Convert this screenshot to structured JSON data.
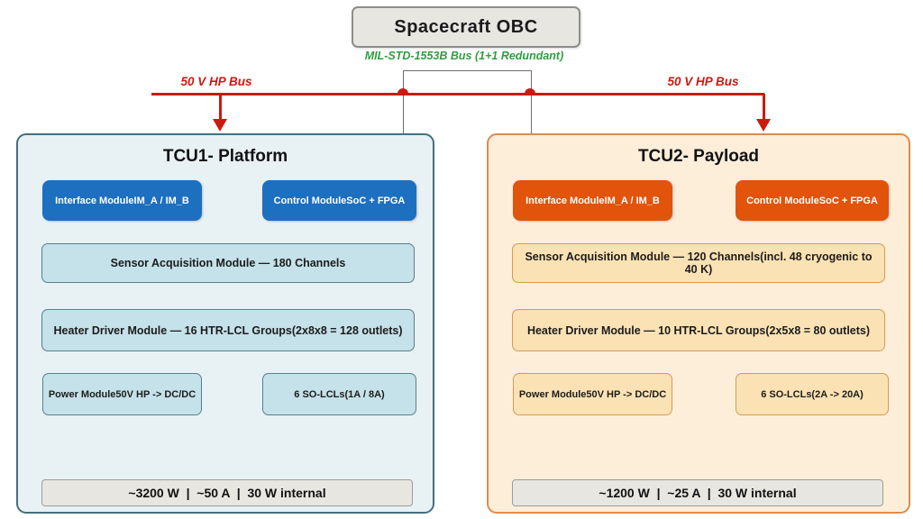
{
  "obc": {
    "label": "Spacecraft OBC"
  },
  "mil_bus": {
    "label": "MIL-STD-1553B Bus (1+1 Redundant)",
    "color": "#2f9e3f"
  },
  "hp_bus": {
    "left_label": "50 V HP Bus",
    "right_label": "50 V HP Bus",
    "color": "#cc1a10"
  },
  "tcu1": {
    "title": "TCU1- Platform",
    "accent_color": "#1d6fc0",
    "panel_fill": "#e8f1f3",
    "panel_border": "#45707c",
    "modules": {
      "interface": "Interface ModuleIM_A / IM_B",
      "control": "Control ModuleSoC + FPGA",
      "sensor": "Sensor Acquisition Module — 180 Channels",
      "heater": "Heater Driver Module — 16 HTR-LCL Groups(2x8x8 = 128 outlets)",
      "power": "Power Module50V HP -> DC/DC",
      "so_lcl": "6 SO-LCLs(1A / 8A)"
    },
    "summary": "~3200 W  |  ~50 A  |  30 W internal"
  },
  "tcu2": {
    "title": "TCU2- Payload",
    "accent_color": "#e2530b",
    "panel_fill": "#fdeeda",
    "panel_border": "#dd8c4e",
    "modules": {
      "interface": "Interface ModuleIM_A / IM_B",
      "control": "Control ModuleSoC + FPGA",
      "sensor": "Sensor Acquisition Module — 120 Channels(incl. 48 cryogenic to 40 K)",
      "heater": "Heater Driver Module — 10 HTR-LCL Groups(2x5x8 = 80 outlets)",
      "power": "Power Module50V HP -> DC/DC",
      "so_lcl": "6 SO-LCLs(2A -> 20A)"
    },
    "summary": "~1200 W  |  ~25 A  |  30 W internal"
  }
}
